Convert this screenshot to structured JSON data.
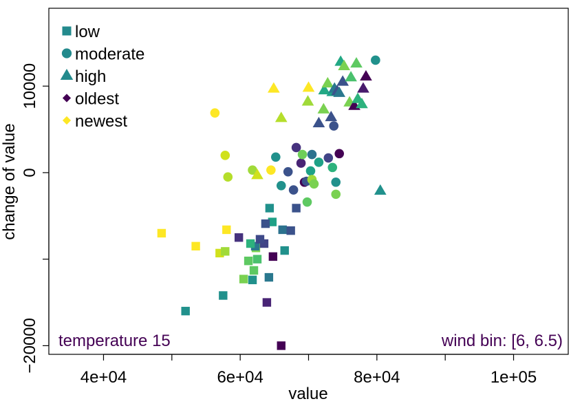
{
  "chart_data": {
    "type": "scatter",
    "xlabel": "value",
    "ylabel": "change of value",
    "xlim": [
      32000,
      108000
    ],
    "ylim": [
      -21000,
      19000
    ],
    "x_ticks": [
      {
        "value": 40000,
        "label": "4e+04"
      },
      {
        "value": 50000,
        "label": ""
      },
      {
        "value": 60000,
        "label": "6e+04"
      },
      {
        "value": 70000,
        "label": ""
      },
      {
        "value": 80000,
        "label": "8e+04"
      },
      {
        "value": 90000,
        "label": ""
      },
      {
        "value": 100000,
        "label": "1e+05"
      }
    ],
    "y_ticks": [
      {
        "value": -20000,
        "label": "−20000"
      },
      {
        "value": -10000,
        "label": ""
      },
      {
        "value": 0,
        "label": "0"
      },
      {
        "value": 10000,
        "label": "10000"
      }
    ],
    "grid": false,
    "legend_position": "top-left",
    "legend": [
      {
        "label": "low",
        "shape": "square",
        "color": "#238a8d"
      },
      {
        "label": "moderate",
        "shape": "circle",
        "color": "#238a8d"
      },
      {
        "label": "high",
        "shape": "triangle",
        "color": "#238a8d"
      },
      {
        "label": "oldest",
        "shape": "diamond",
        "color": "#440154"
      },
      {
        "label": "newest",
        "shape": "diamond",
        "color": "#fde725"
      }
    ],
    "annotations": {
      "bottom_left": "temperature  15",
      "bottom_right": "wind bin: [6, 6.5)",
      "color": "#440154"
    },
    "series": [
      {
        "name": "low",
        "shape": "square",
        "points": [
          {
            "x": 48500,
            "y": -7000,
            "color": "#fde725"
          },
          {
            "x": 53500,
            "y": -8500,
            "color": "#fde725"
          },
          {
            "x": 58000,
            "y": -6600,
            "color": "#fde725"
          },
          {
            "x": 57000,
            "y": -9300,
            "color": "#d0e11c"
          },
          {
            "x": 57800,
            "y": -9100,
            "color": "#a0da39"
          },
          {
            "x": 60500,
            "y": -12300,
            "color": "#7ad151"
          },
          {
            "x": 62000,
            "y": -11300,
            "color": "#5ec962"
          },
          {
            "x": 61200,
            "y": -10200,
            "color": "#5ec962"
          },
          {
            "x": 62500,
            "y": -10000,
            "color": "#4ac16d"
          },
          {
            "x": 62300,
            "y": -8700,
            "color": "#7ad151"
          },
          {
            "x": 62200,
            "y": -8500,
            "color": "#2a788e"
          },
          {
            "x": 61500,
            "y": -8200,
            "color": "#2db27d"
          },
          {
            "x": 61800,
            "y": -12400,
            "color": "#21918c"
          },
          {
            "x": 52000,
            "y": -16000,
            "color": "#21918c"
          },
          {
            "x": 57500,
            "y": -14200,
            "color": "#21918c"
          },
          {
            "x": 64300,
            "y": -4100,
            "color": "#21918c"
          },
          {
            "x": 64700,
            "y": -5700,
            "color": "#1fa187"
          },
          {
            "x": 66500,
            "y": -9000,
            "color": "#21918c"
          },
          {
            "x": 64200,
            "y": -12100,
            "color": "#2a788e"
          },
          {
            "x": 66200,
            "y": -6600,
            "color": "#2c728e"
          },
          {
            "x": 67400,
            "y": -6700,
            "color": "#3b528b"
          },
          {
            "x": 63500,
            "y": -8200,
            "color": "#414487"
          },
          {
            "x": 62900,
            "y": -7700,
            "color": "#3e4989"
          },
          {
            "x": 63700,
            "y": -5900,
            "color": "#3b528b"
          },
          {
            "x": 68200,
            "y": -4100,
            "color": "#3b528b"
          },
          {
            "x": 59800,
            "y": -7500,
            "color": "#46327e"
          },
          {
            "x": 64800,
            "y": -9700,
            "color": "#440154"
          },
          {
            "x": 63900,
            "y": -15000,
            "color": "#482475"
          },
          {
            "x": 66000,
            "y": -20000,
            "color": "#440154"
          }
        ]
      },
      {
        "name": "moderate",
        "shape": "circle",
        "points": [
          {
            "x": 56300,
            "y": 6900,
            "color": "#fde725"
          },
          {
            "x": 57800,
            "y": 2000,
            "color": "#d0e11c"
          },
          {
            "x": 58200,
            "y": -500,
            "color": "#b5de2b"
          },
          {
            "x": 61800,
            "y": 300,
            "color": "#a0da39"
          },
          {
            "x": 64500,
            "y": 300,
            "color": "#fde725"
          },
          {
            "x": 65200,
            "y": 1800,
            "color": "#21918c"
          },
          {
            "x": 66000,
            "y": -1500,
            "color": "#21918c"
          },
          {
            "x": 67000,
            "y": 100,
            "color": "#3b528b"
          },
          {
            "x": 67800,
            "y": -2000,
            "color": "#3b528b"
          },
          {
            "x": 68200,
            "y": 2900,
            "color": "#46327e"
          },
          {
            "x": 68900,
            "y": 1100,
            "color": "#482475"
          },
          {
            "x": 69100,
            "y": 2100,
            "color": "#6ece58"
          },
          {
            "x": 69400,
            "y": -1100,
            "color": "#440154"
          },
          {
            "x": 69700,
            "y": -1000,
            "color": "#3b528b"
          },
          {
            "x": 69800,
            "y": -3400,
            "color": "#5ec962"
          },
          {
            "x": 70300,
            "y": 200,
            "color": "#1fa187"
          },
          {
            "x": 70500,
            "y": 2100,
            "color": "#2c728e"
          },
          {
            "x": 70500,
            "y": -800,
            "color": "#a0da39"
          },
          {
            "x": 70800,
            "y": -1300,
            "color": "#7ad151"
          },
          {
            "x": 71500,
            "y": 1200,
            "color": "#1fa187"
          },
          {
            "x": 72900,
            "y": 1700,
            "color": "#414487"
          },
          {
            "x": 73500,
            "y": 600,
            "color": "#2db27d"
          },
          {
            "x": 74000,
            "y": -1100,
            "color": "#21918c"
          },
          {
            "x": 74000,
            "y": -2500,
            "color": "#7ad151"
          },
          {
            "x": 74500,
            "y": 2200,
            "color": "#440154"
          },
          {
            "x": 73700,
            "y": 5400,
            "color": "#3b528b"
          },
          {
            "x": 79800,
            "y": 13000,
            "color": "#21918c"
          }
        ]
      },
      {
        "name": "high",
        "shape": "triangle",
        "points": [
          {
            "x": 62500,
            "y": -300,
            "color": "#d0e11c"
          },
          {
            "x": 64900,
            "y": 9700,
            "color": "#fde725"
          },
          {
            "x": 66000,
            "y": 6300,
            "color": "#b5de2b"
          },
          {
            "x": 69900,
            "y": 8200,
            "color": "#a0da39"
          },
          {
            "x": 70000,
            "y": 9800,
            "color": "#fde725"
          },
          {
            "x": 71500,
            "y": 5700,
            "color": "#3b528b"
          },
          {
            "x": 72200,
            "y": 7300,
            "color": "#7ad151"
          },
          {
            "x": 72300,
            "y": 9500,
            "color": "#22a884"
          },
          {
            "x": 72800,
            "y": 10300,
            "color": "#7ad151"
          },
          {
            "x": 73500,
            "y": 9300,
            "color": "#1fa187"
          },
          {
            "x": 73300,
            "y": 6400,
            "color": "#3b528b"
          },
          {
            "x": 73800,
            "y": 9700,
            "color": "#2a788e"
          },
          {
            "x": 74200,
            "y": 9400,
            "color": "#3b528b"
          },
          {
            "x": 74500,
            "y": 9200,
            "color": "#2a788e"
          },
          {
            "x": 74700,
            "y": 12800,
            "color": "#22a884"
          },
          {
            "x": 75000,
            "y": 10500,
            "color": "#3b528b"
          },
          {
            "x": 75200,
            "y": 12300,
            "color": "#7ad151"
          },
          {
            "x": 76200,
            "y": 11000,
            "color": "#4ac16d"
          },
          {
            "x": 76000,
            "y": 8100,
            "color": "#7ad151"
          },
          {
            "x": 76700,
            "y": 7700,
            "color": "#440154"
          },
          {
            "x": 77200,
            "y": 8500,
            "color": "#2db27d"
          },
          {
            "x": 77000,
            "y": 12600,
            "color": "#5ec962"
          },
          {
            "x": 77800,
            "y": 7900,
            "color": "#2db27d"
          },
          {
            "x": 78000,
            "y": 9700,
            "color": "#481a6c"
          },
          {
            "x": 78400,
            "y": 11100,
            "color": "#440154"
          },
          {
            "x": 80500,
            "y": -2100,
            "color": "#21918c"
          }
        ]
      }
    ]
  }
}
